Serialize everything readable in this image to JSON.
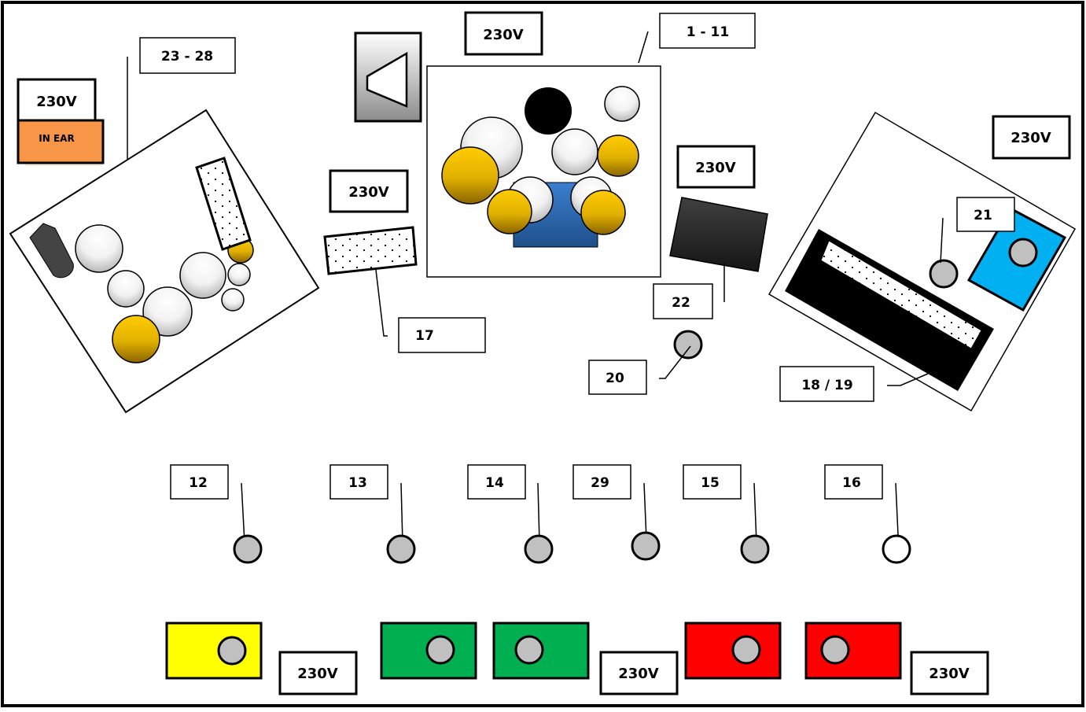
{
  "labels": {
    "l_230_top": "230V",
    "l_1_11": "1 - 11",
    "l_23_28": "23 - 28",
    "l_230_left": "230V",
    "in_ear": "IN EAR",
    "l_230_right": "230V",
    "l_230_mid": "230V",
    "l_230_amp": "230V",
    "l_21": "21",
    "l_22": "22",
    "l_17": "17",
    "l_20": "20",
    "l_18_19": "18 / 19",
    "l_12": "12",
    "l_13": "13",
    "l_14": "14",
    "l_29": "29",
    "l_15": "15",
    "l_16": "16",
    "l_230_b1": "230V",
    "l_230_b2": "230V",
    "l_230_b3": "230V"
  },
  "colors": {
    "yellow_wedge": "#ffff00",
    "green_wedge": "#00b050",
    "red_wedge": "#ff0000",
    "keyboard_stand": "#00b0f0",
    "in_ear_box": "#f79646",
    "drum_gold": "#d4a300",
    "drum_blue": "#2e6db0"
  }
}
